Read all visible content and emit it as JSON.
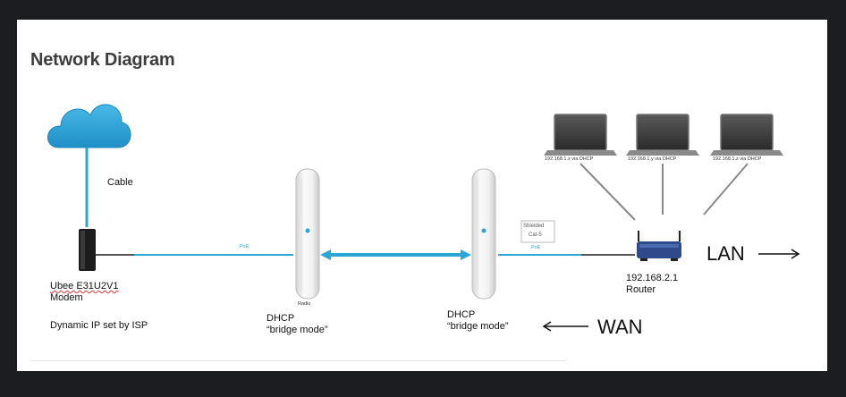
{
  "title": "Network Diagram",
  "cable_label": "Cable",
  "modem": {
    "model": "Ubee E31U2V1",
    "type": "Modem",
    "note": "Dynamic IP set by ISP"
  },
  "bridge1": {
    "line1": "DHCP",
    "line2": "“bridge mode”",
    "base_label": "Radio"
  },
  "bridge2": {
    "line1": "DHCP",
    "line2": "“bridge mode”"
  },
  "poe_label_1": "PoE",
  "poe_label_2": "PoE",
  "shielded_label": {
    "line1": "Shielded",
    "line2": "Cat-5"
  },
  "router": {
    "ip": "192.168.2.1",
    "label": "Router"
  },
  "laptops": [
    "192.168.1.x via DHCP",
    "192.168.1.y via DHCP",
    "192.168.1.z via DHCP"
  ],
  "lan_label": "LAN",
  "wan_label": "WAN",
  "colors": {
    "cloud": "#2aa3d8",
    "link": "#2ba6d6",
    "router": "#2f4a8a",
    "text": "#111111"
  }
}
